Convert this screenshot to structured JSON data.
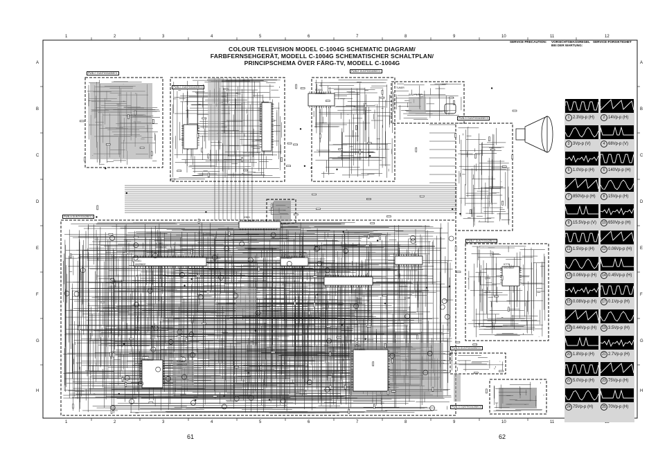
{
  "title_lines": [
    "COLOUR TELEVISION MODEL C-1004G SCHEMATIC DIAGRAM/",
    "FARBFERNSEHGERÄT, MODELL C-1004G SCHEMATISCHER SCHALTPLAN/",
    "PRINCIPSCHEMA ÖVER FÄRG-TV, MODELL C-1004G"
  ],
  "grid": {
    "columns": [
      "1",
      "2",
      "3",
      "4",
      "5",
      "6",
      "7",
      "8",
      "9",
      "10",
      "11",
      "12"
    ],
    "rows": [
      "A",
      "B",
      "C",
      "D",
      "E",
      "F",
      "G",
      "H"
    ]
  },
  "page_numbers": {
    "left": "61",
    "right": "62"
  },
  "notes": {
    "service": {
      "heading": "SERVICE PRECAUTION:"
    },
    "vorsicht": {
      "heading": "VORSICHTSMASSREGEL BEI DER WARTUNG:"
    },
    "service_sv": {
      "heading": "SERVICE-FÖRSIKTIGHET"
    }
  },
  "pwb_labels": [
    "PWB-C DUNTK5340BEC1",
    "PWB-C DUNTK5342BEC0",
    "PWB-E DUNTK5340BEC1",
    "PWB-A DUNTK5342BEC1",
    "PWB-D DUNTK5340BEC0",
    "PWB-F DUNTK5342BEC0",
    "PWB-B DUNTK5340BEC0",
    "PWB-G DUNTK5342BEC0"
  ],
  "component_labels": [
    "IC1001",
    "IX0056CE",
    "IC801",
    "IX0398GE",
    "IC501",
    "IX0298CE",
    "IC701",
    "IX0298CE",
    "IC301",
    "IX0062CE",
    "IC201",
    "IX0188CE",
    "IC601",
    "IX0059CE",
    "IC770",
    "IX0248CE",
    "IC1002",
    "IX0082CE",
    "Q702",
    "Q703",
    "T602",
    "T601",
    "TUNER",
    "SAW FILTER"
  ],
  "waveforms": [
    {
      "n": "1",
      "label": "2.3Vp-p (H)"
    },
    {
      "n": "2",
      "label": "14Vp-p (H)"
    },
    {
      "n": "3",
      "label": "3Vp-p (V)"
    },
    {
      "n": "4",
      "label": "68Vp-p (V)"
    },
    {
      "n": "5",
      "label": "1.0Vp-p (H)"
    },
    {
      "n": "6",
      "label": "140Vp-p (H)"
    },
    {
      "n": "7",
      "label": "850Vp-p (H)"
    },
    {
      "n": "8",
      "label": "15Vp-p (H)"
    },
    {
      "n": "9",
      "label": "15.5Vp-p (V)"
    },
    {
      "n": "10",
      "label": "650Vp-p (H)"
    },
    {
      "n": "11",
      "label": "1.5Vp-p (H)"
    },
    {
      "n": "12",
      "label": "0.06Vp-p (H)"
    },
    {
      "n": "13",
      "label": "0.06Vp-p (H)"
    },
    {
      "n": "14",
      "label": "0.45Vp-p (H)"
    },
    {
      "n": "15",
      "label": "0.08Vp-p (H)"
    },
    {
      "n": "17",
      "label": "0.1Vp-p (H)"
    },
    {
      "n": "18",
      "label": "0.44Vp-p (H)"
    },
    {
      "n": "19",
      "label": "3.5Vp-p (H)"
    },
    {
      "n": "20",
      "label": "1.8Vp-p (H)"
    },
    {
      "n": "21",
      "label": "2.7Vp-p (H)"
    },
    {
      "n": "22",
      "label": "5.0Vp-p (H)"
    },
    {
      "n": "23",
      "label": "75Vp-p (H)"
    },
    {
      "n": "24",
      "label": "75Vp-p (H)"
    },
    {
      "n": "25",
      "label": "70Vp-p (H)"
    }
  ]
}
